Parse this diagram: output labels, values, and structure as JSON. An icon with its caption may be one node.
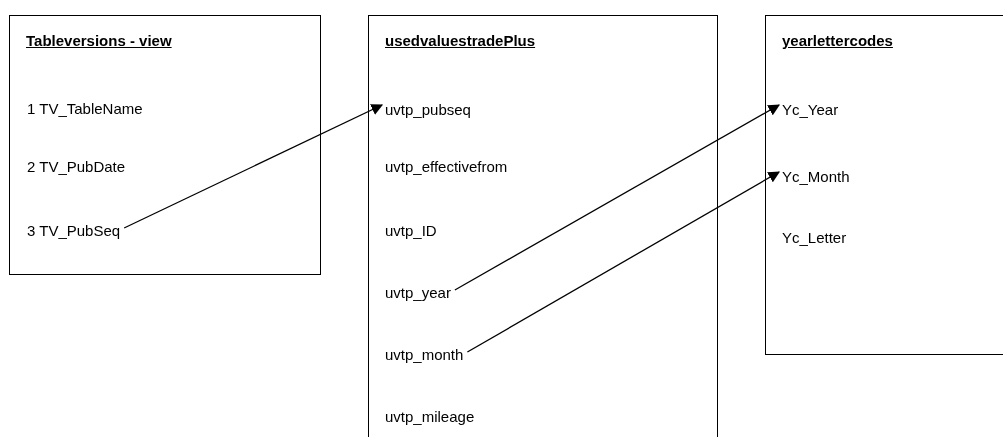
{
  "diagram": {
    "nodes": [
      {
        "text": [
          "Tableversions - view"
        ]
      },
      {
        "text": [
          "1 TV_TableName"
        ],
        "in": 0
      },
      {
        "text": [
          "2 TV_PubDate"
        ],
        "in": 0
      },
      {
        "text": [
          "3 TV_PubSeq"
        ],
        "in": 0
      },
      {
        "text": [
          "usedvaluestradePlus"
        ]
      },
      {
        "text": [
          "uvtp_pubseq"
        ],
        "in": 4
      },
      {
        "text": [
          "uvtp_effectivefrom"
        ],
        "in": 4
      },
      {
        "text": [
          "uvtp_ID"
        ],
        "in": 4
      },
      {
        "text": [
          "uvtp_year"
        ],
        "in": 4
      },
      {
        "text": [
          "uvtp_month"
        ],
        "in": 4
      },
      {
        "text": [
          "uvtp_mileage"
        ],
        "in": 4
      },
      {
        "text": [
          "yearlettercodes"
        ]
      },
      {
        "text": [
          "Yc_Year"
        ],
        "in": 11
      },
      {
        "text": [
          "Yc_Month"
        ],
        "in": 11
      },
      {
        "text": [
          "Yc_Letter"
        ],
        "in": 11
      }
    ],
    "edges": [
      {
        "from": 3,
        "to": 5,
        "arrow": "to"
      },
      {
        "from": 8,
        "to": 12,
        "arrow": "to"
      },
      {
        "from": 9,
        "to": 13,
        "arrow": "to"
      }
    ]
  }
}
